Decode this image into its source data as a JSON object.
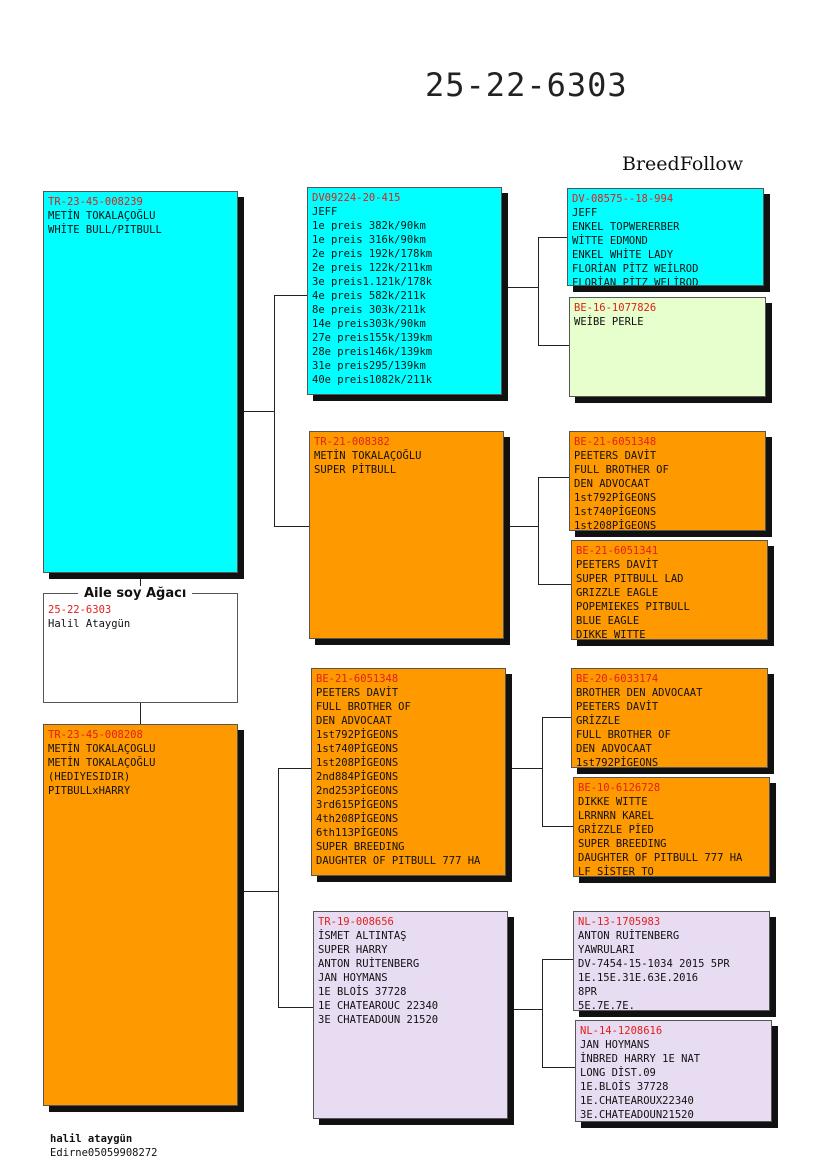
{
  "header": {
    "ring": "25-22-6303",
    "brand": "BreedFollow"
  },
  "subject": {
    "caption": "Aile soy Ağacı",
    "id": "25-22-6303",
    "lines": [
      "Halil Ataygün"
    ]
  },
  "sire": {
    "id": "TR-23-45-008239",
    "lines": [
      "METİN TOKALAÇOĞLU",
      "WHİTE BULL/PITBULL"
    ]
  },
  "dam": {
    "id": "TR-23-45-008208",
    "lines": [
      "METİN TOKALAÇOGLU",
      "METİN TOKALAÇOĞLU",
      "(HEDIYESIDIR)",
      "PITBULLxHARRY"
    ]
  },
  "ss": {
    "id": "DV09224-20-415",
    "lines": [
      "JEFF",
      "1e preis 382k/90km",
      "1e preis 316k/90km",
      "2e preis 192k/178km",
      "2e preis 122k/211km",
      "3e preis1.121k/178k",
      "4e preis 582k/211k",
      "8e preis 303k/211k",
      "14e preis303k/90km",
      "27e preis155k/139km",
      "28e preis146k/139km",
      "31e preis295/139km",
      "40e preis1082k/211k"
    ]
  },
  "sd": {
    "id": "TR-21-008382",
    "lines": [
      "METİN TOKALAÇOĞLU",
      "SUPER PİTBULL"
    ]
  },
  "ds": {
    "id": "BE-21-6051348",
    "lines": [
      "PEETERS DAVİT",
      "FULL BROTHER OF",
      "DEN ADVOCAAT",
      "1st792PİGEONS",
      "1st740PİGEONS",
      "1st208PİGEONS",
      "2nd884PİGEONS",
      "2nd253PİGEONS",
      "3rd615PİGEONS",
      "4th208PİGEONS",
      "6th113PİGEONS",
      "SUPER BREEDING",
      "DAUGHTER OF PITBULL 777 HA"
    ]
  },
  "dd": {
    "id": "TR-19-008656",
    "lines": [
      "İSMET ALTINTAŞ",
      "SUPER HARRY",
      "ANTON RUİTENBERG",
      "JAN HOYMANS",
      "1E BLOİS 37728",
      "1E CHATEAROUC 22340",
      "3E CHATEADOUN 21520"
    ]
  },
  "sss": {
    "id": "DV-08575--18-994",
    "lines": [
      "JEFF",
      "ENKEL TOPWERERBER",
      "WİTTE EDMOND",
      "ENKEL WHİTE LADY",
      "FLORİAN PİTZ WEİLROD",
      "FLORİAN PİTZ WELİROD"
    ]
  },
  "ssd": {
    "id": "BE-16-1077826",
    "lines": [
      "WEİBE PERLE"
    ]
  },
  "sds": {
    "id": "BE-21-6051348",
    "lines": [
      "PEETERS DAVİT",
      "FULL BROTHER OF",
      "DEN ADVOCAAT",
      "1st792PİGEONS",
      "1st740PİGEONS",
      "1st208PİGEONS"
    ]
  },
  "sdd": {
    "id": "BE-21-6051341",
    "lines": [
      "PEETERS DAVİT",
      "SUPER PITBULL LAD",
      "GRIZZLE EAGLE",
      "POPEMIEKES PITBULL",
      "BLUE EAGLE",
      "DIKKE WITTE"
    ]
  },
  "dss": {
    "id": "BE-20-6033174",
    "lines": [
      "BROTHER DEN ADVOCAAT",
      "PEETERS DAVİT",
      "GRİZZLE",
      "FULL BROTHER OF",
      "DEN ADVOCAAT",
      "1st792PİGEONS"
    ]
  },
  "dsd": {
    "id": "BE-10-6126728",
    "lines": [
      "DIKKE WITTE",
      "LRRNRN KAREL",
      "GRİZZLE PİED",
      "SUPER BREEDING",
      "DAUGHTER OF PITBULL 777 HA",
      "LF SİSTER TO"
    ]
  },
  "dds": {
    "id": "NL-13-1705983",
    "lines": [
      "ANTON RUİTENBERG",
      "YAWRULARI",
      "DV-7454-15-1034 2015 5PR",
      "1E.15E.31E.63E.2016",
      "8PR",
      "5E.7E.7E."
    ]
  },
  "ddd": {
    "id": "NL-14-1208616",
    "lines": [
      "JAN HOYMANS",
      "İNBRED HARRY 1E NAT",
      "LONG DİST.09",
      "1E.BLOİS 37728",
      "1E.CHATEAROUX22340",
      "3E.CHATEADOUN21520"
    ]
  },
  "footer": {
    "name": "halil ataygün",
    "contact": "Edirne05059908272"
  }
}
